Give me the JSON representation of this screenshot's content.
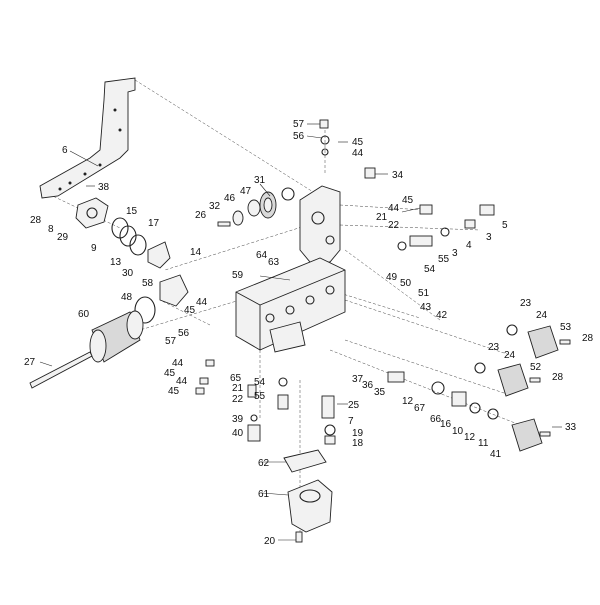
{
  "callouts": [
    {
      "id": "c57a",
      "text": "57"
    },
    {
      "id": "c56a",
      "text": "56"
    },
    {
      "id": "c45a",
      "text": "45"
    },
    {
      "id": "c44a",
      "text": "44"
    },
    {
      "id": "c34",
      "text": "34"
    },
    {
      "id": "c6",
      "text": "6"
    },
    {
      "id": "c38",
      "text": "38"
    },
    {
      "id": "c28a",
      "text": "28"
    },
    {
      "id": "c8",
      "text": "8"
    },
    {
      "id": "c29",
      "text": "29"
    },
    {
      "id": "c15",
      "text": "15"
    },
    {
      "id": "c17",
      "text": "17"
    },
    {
      "id": "c9",
      "text": "9"
    },
    {
      "id": "c13",
      "text": "13"
    },
    {
      "id": "c14",
      "text": "14"
    },
    {
      "id": "c30",
      "text": "30"
    },
    {
      "id": "c31",
      "text": "31"
    },
    {
      "id": "c47",
      "text": "47"
    },
    {
      "id": "c46",
      "text": "46"
    },
    {
      "id": "c32",
      "text": "32"
    },
    {
      "id": "c26",
      "text": "26"
    },
    {
      "id": "c45b",
      "text": "45"
    },
    {
      "id": "c44b",
      "text": "44"
    },
    {
      "id": "c21a",
      "text": "21"
    },
    {
      "id": "c22a",
      "text": "22"
    },
    {
      "id": "c5",
      "text": "5"
    },
    {
      "id": "c3a",
      "text": "3"
    },
    {
      "id": "c4",
      "text": "4"
    },
    {
      "id": "c3b",
      "text": "3"
    },
    {
      "id": "c54a",
      "text": "54"
    },
    {
      "id": "c55a",
      "text": "55"
    },
    {
      "id": "c64",
      "text": "64"
    },
    {
      "id": "c63",
      "text": "63"
    },
    {
      "id": "c59",
      "text": "59"
    },
    {
      "id": "c49",
      "text": "49"
    },
    {
      "id": "c50",
      "text": "50"
    },
    {
      "id": "c51",
      "text": "51"
    },
    {
      "id": "c43",
      "text": "43"
    },
    {
      "id": "c42",
      "text": "42"
    },
    {
      "id": "c58",
      "text": "58"
    },
    {
      "id": "c48",
      "text": "48"
    },
    {
      "id": "c60",
      "text": "60"
    },
    {
      "id": "c44c",
      "text": "44"
    },
    {
      "id": "c45c",
      "text": "45"
    },
    {
      "id": "c56b",
      "text": "56"
    },
    {
      "id": "c57b",
      "text": "57"
    },
    {
      "id": "c23a",
      "text": "23"
    },
    {
      "id": "c24a",
      "text": "24"
    },
    {
      "id": "c53",
      "text": "53"
    },
    {
      "id": "c28b",
      "text": "28"
    },
    {
      "id": "c23b",
      "text": "23"
    },
    {
      "id": "c24b",
      "text": "24"
    },
    {
      "id": "c52",
      "text": "52"
    },
    {
      "id": "c28c",
      "text": "28"
    },
    {
      "id": "c27",
      "text": "27"
    },
    {
      "id": "c44d",
      "text": "44"
    },
    {
      "id": "c45d",
      "text": "45"
    },
    {
      "id": "c44e",
      "text": "44"
    },
    {
      "id": "c45e",
      "text": "45"
    },
    {
      "id": "c65",
      "text": "65"
    },
    {
      "id": "c21b",
      "text": "21"
    },
    {
      "id": "c22b",
      "text": "22"
    },
    {
      "id": "c54b",
      "text": "54"
    },
    {
      "id": "c55b",
      "text": "55"
    },
    {
      "id": "c37",
      "text": "37"
    },
    {
      "id": "c36",
      "text": "36"
    },
    {
      "id": "c35",
      "text": "35"
    },
    {
      "id": "c25",
      "text": "25"
    },
    {
      "id": "c12a",
      "text": "12"
    },
    {
      "id": "c67",
      "text": "67"
    },
    {
      "id": "c66",
      "text": "66"
    },
    {
      "id": "c16",
      "text": "16"
    },
    {
      "id": "c10",
      "text": "10"
    },
    {
      "id": "c12b",
      "text": "12"
    },
    {
      "id": "c11",
      "text": "11"
    },
    {
      "id": "c41",
      "text": "41"
    },
    {
      "id": "c33",
      "text": "33"
    },
    {
      "id": "c39",
      "text": "39"
    },
    {
      "id": "c40",
      "text": "40"
    },
    {
      "id": "c7",
      "text": "7"
    },
    {
      "id": "c19",
      "text": "19"
    },
    {
      "id": "c18",
      "text": "18"
    },
    {
      "id": "c62",
      "text": "62"
    },
    {
      "id": "c61",
      "text": "61"
    },
    {
      "id": "c20",
      "text": "20"
    }
  ]
}
